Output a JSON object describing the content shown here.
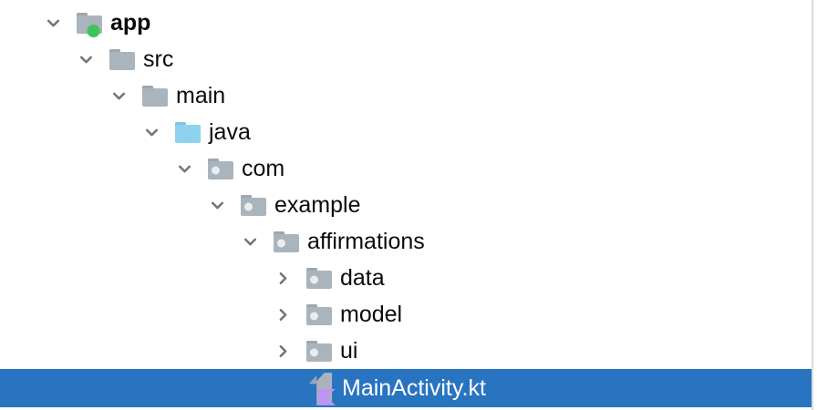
{
  "tree": {
    "rows": [
      {
        "label": "app",
        "level": 0,
        "expanded": true,
        "icon": "android-module-folder",
        "bold": true,
        "selected": false
      },
      {
        "label": "src",
        "level": 1,
        "expanded": true,
        "icon": "folder",
        "bold": false,
        "selected": false
      },
      {
        "label": "main",
        "level": 2,
        "expanded": true,
        "icon": "folder",
        "bold": false,
        "selected": false
      },
      {
        "label": "java",
        "level": 3,
        "expanded": true,
        "icon": "source-folder",
        "bold": false,
        "selected": false
      },
      {
        "label": "com",
        "level": 4,
        "expanded": true,
        "icon": "package",
        "bold": false,
        "selected": false
      },
      {
        "label": "example",
        "level": 5,
        "expanded": true,
        "icon": "package",
        "bold": false,
        "selected": false
      },
      {
        "label": "affirmations",
        "level": 6,
        "expanded": true,
        "icon": "package",
        "bold": false,
        "selected": false
      },
      {
        "label": "data",
        "level": 7,
        "expanded": false,
        "icon": "package",
        "bold": false,
        "selected": false
      },
      {
        "label": "model",
        "level": 7,
        "expanded": false,
        "icon": "package",
        "bold": false,
        "selected": false
      },
      {
        "label": "ui",
        "level": 7,
        "expanded": false,
        "icon": "package",
        "bold": false,
        "selected": false
      },
      {
        "label": "MainActivity.kt",
        "level": 7,
        "expanded": null,
        "icon": "kotlin-file",
        "bold": false,
        "selected": true
      }
    ]
  },
  "colors": {
    "background": "#FFFFFF",
    "selection_background": "#2874C0",
    "selection_text": "#FFFFFF",
    "text": "#0B0B0B",
    "folder_gray": "#AAB4BC",
    "folder_tab_gray": "#9CA7B0",
    "source_folder_blue": "#8ED2F0",
    "source_folder_tab_blue": "#7CC5E6",
    "package_dot": "#E9EDF0",
    "android_module_green": "#3CC45A",
    "kotlin_file_purple": "#BE94F4",
    "kotlin_file_page_gray": "#A9B3BB",
    "chevron_gray": "#6F767B",
    "panel_border": "#DADADA"
  }
}
